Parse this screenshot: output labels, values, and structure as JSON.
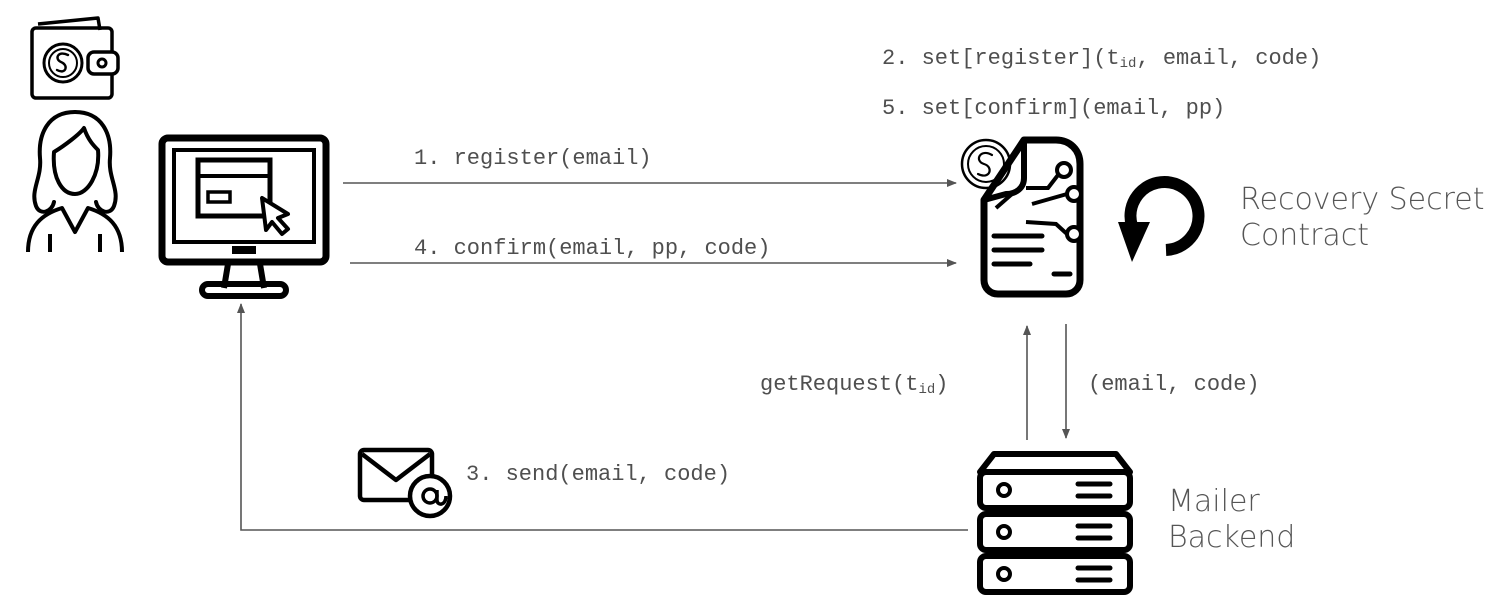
{
  "messages": {
    "m1": "1. register(email)",
    "m2_pre": "2. set[register](t",
    "m2_sub": "id",
    "m2_post": ", email, code)",
    "m3": "3. send(email, code)",
    "m4": "4. confirm(email, pp, code)",
    "m5": "5. set[confirm](email, pp)",
    "get_pre": "getRequest(t",
    "get_sub": "id",
    "get_post": ")",
    "response": "(email, code)"
  },
  "nodes": {
    "contract_line1": "Recovery Secret",
    "contract_line2": "Contract",
    "mailer_line1": "Mailer",
    "mailer_line2": "Backend"
  },
  "icons": {
    "wallet": "wallet-icon",
    "user": "user-icon",
    "monitor": "monitor-icon",
    "contract": "smart-contract-icon",
    "refresh": "refresh-icon",
    "server": "server-icon",
    "mail": "email-icon"
  },
  "colors": {
    "line": "#555555",
    "text": "#4f4f4f",
    "icon": "#000000"
  }
}
